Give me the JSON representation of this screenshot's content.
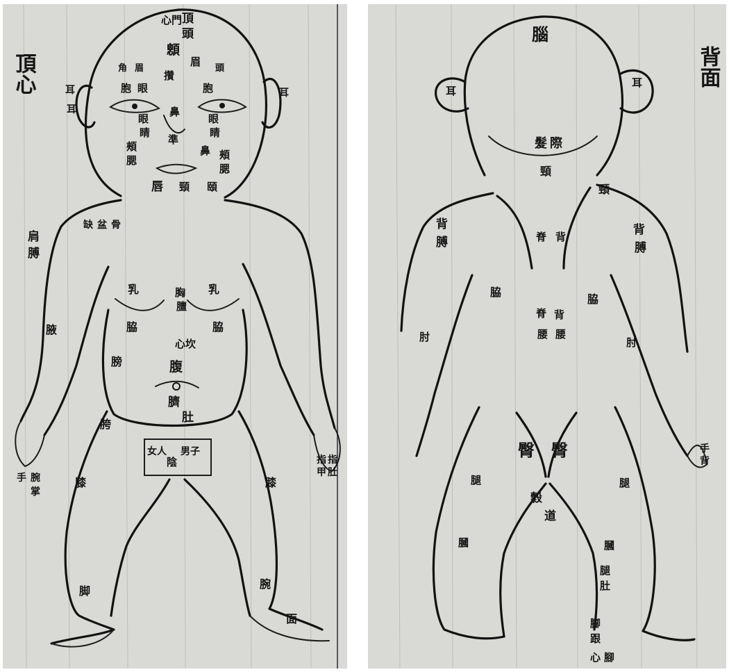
{
  "front": {
    "margin_text": "頂心",
    "labels": [
      "心門",
      "頂",
      "頭",
      "顖",
      "眉",
      "攢",
      "角",
      "眉",
      "頭",
      "胞",
      "眼",
      "眼",
      "睛",
      "眼",
      "睛",
      "胞",
      "鼻",
      "準",
      "鼻",
      "唇",
      "頰",
      "腮",
      "頰",
      "腮",
      "耳",
      "耳",
      "耳",
      "頤",
      "頸",
      "缺",
      "盆",
      "骨",
      "肩",
      "膊",
      "腋",
      "胸",
      "膻",
      "乳",
      "乳",
      "脇",
      "脇",
      "肚",
      "臍",
      "腹",
      "心坎",
      "膀",
      "胯",
      "陰",
      "男子",
      "女人",
      "膝",
      "膝",
      "脚",
      "腕",
      "面",
      "指",
      "甲",
      "指",
      "肚",
      "手",
      "腕",
      "掌"
    ],
    "crotch_labels": [
      "男子",
      "女人",
      "陰"
    ]
  },
  "back": {
    "margin_text": "背面",
    "labels": [
      "腦",
      "髮",
      "際",
      "頸",
      "頸",
      "耳",
      "耳",
      "背",
      "膊",
      "背",
      "膊",
      "脊",
      "脊",
      "背",
      "背",
      "腰",
      "腰",
      "脇",
      "脇",
      "肘",
      "肘",
      "臀",
      "臀",
      "穀",
      "道",
      "腿",
      "腿",
      "膕",
      "膕",
      "腿",
      "肚",
      "腳",
      "跟",
      "腳",
      "心",
      "手",
      "背"
    ]
  },
  "colors": {
    "paper": "#d9d9d6",
    "ink": "#121212",
    "background": "#ffffff"
  }
}
